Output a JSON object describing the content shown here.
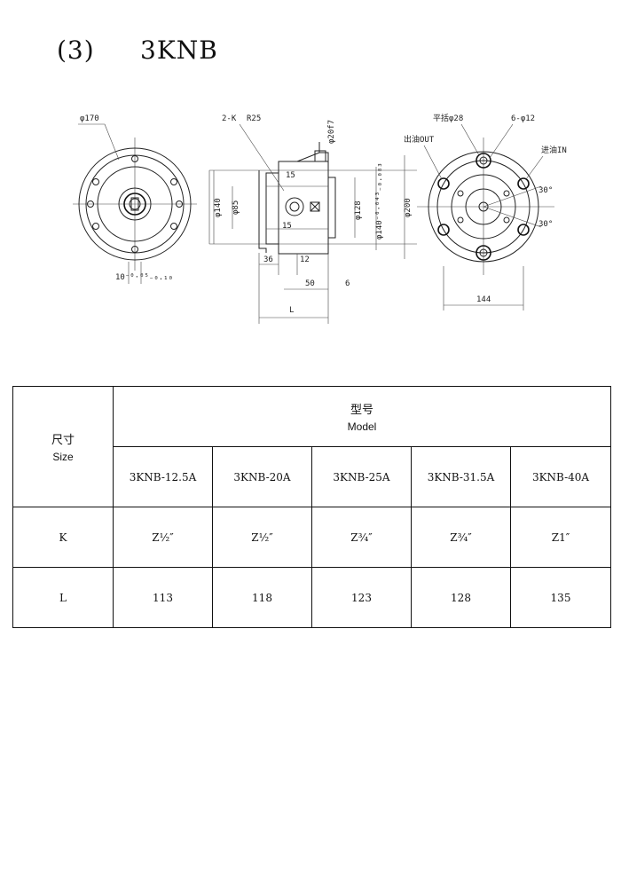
{
  "heading": {
    "number": "(3)",
    "title": "3KNB"
  },
  "drawing": {
    "left_labels": {
      "od": "φ170",
      "pin": "10⁻⁰·⁰⁵₋₀.₁₀"
    },
    "mid_labels": {
      "k": "2-K",
      "r": "R25",
      "shaft": "φ20f7",
      "d140": "φ140",
      "d85": "φ85",
      "t15a": "15",
      "t15b": "15",
      "d128": "φ128",
      "d140b": "φ140⁻⁰·⁰⁴³₋₀.₀₈₃",
      "d200": "φ200",
      "d36": "36",
      "d12": "12",
      "d50": "50",
      "d6": "6",
      "dl": "L"
    },
    "right_labels": {
      "key": "平括φ28",
      "holes": "6-φ12",
      "out": "出油OUT",
      "in": "进油IN",
      "a1": "30°",
      "a2": "30°",
      "w": "144"
    }
  },
  "table": {
    "corner": {
      "zh": "尺寸",
      "en": "Size"
    },
    "model_header": {
      "zh": "型号",
      "en": "Model"
    },
    "models": [
      "3KNB-12.5A",
      "3KNB-20A",
      "3KNB-25A",
      "3KNB-31.5A",
      "3KNB-40A"
    ],
    "rows": [
      {
        "label": "K",
        "values": [
          "Z½″",
          "Z½″",
          "Z¾″",
          "Z¾″",
          "Z1″"
        ]
      },
      {
        "label": "L",
        "values": [
          "113",
          "118",
          "123",
          "128",
          "135"
        ]
      }
    ]
  }
}
